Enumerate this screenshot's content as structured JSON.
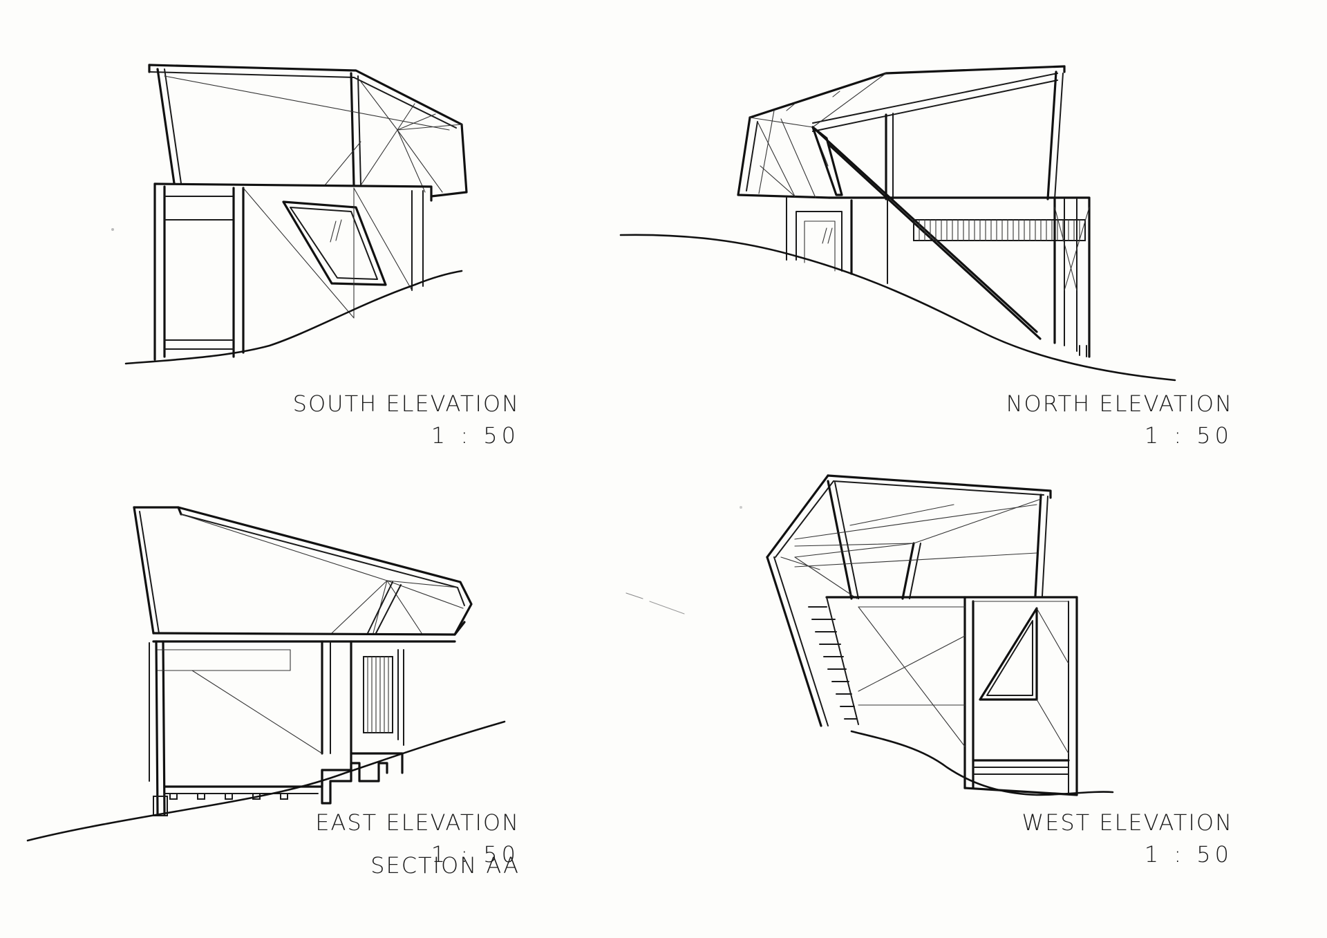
{
  "drawings": [
    {
      "id": "south",
      "title": "SOUTH ELEVATION",
      "scale": "1 : 50"
    },
    {
      "id": "north",
      "title": "NORTH ELEVATION",
      "scale": "1 : 50"
    },
    {
      "id": "east",
      "title": "EAST ELEVATION",
      "scale": "1 : 50",
      "overlay": "SECTION AA"
    },
    {
      "id": "west",
      "title": "WEST ELEVATION",
      "scale": "1 : 50"
    }
  ],
  "colors": {
    "paper": "#fdfdfb",
    "ink": "#111111"
  }
}
